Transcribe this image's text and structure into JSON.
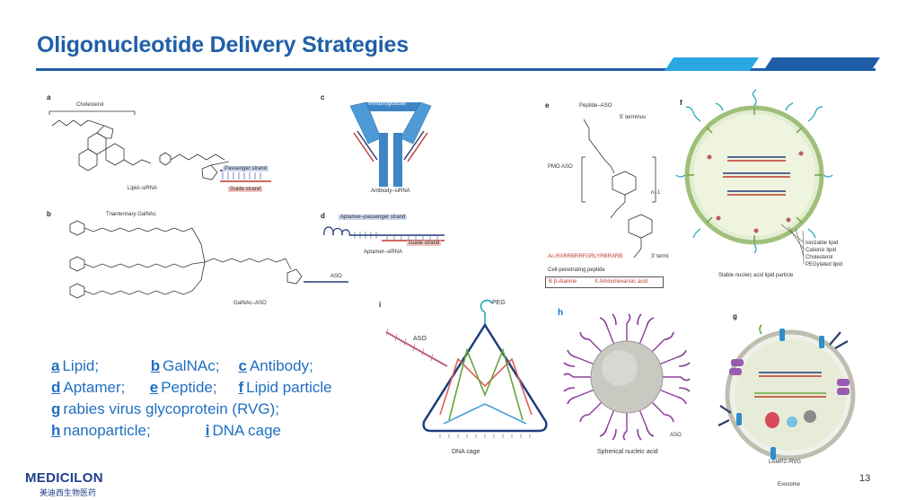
{
  "slide": {
    "title": "Oligonucleotide Delivery Strategies",
    "page_number": "13",
    "colors": {
      "title": "#1f5fa8",
      "accent": "#29a7e1",
      "legend": "#1f6fc1"
    }
  },
  "panels": {
    "a": {
      "letter": "a",
      "cholesterol": "Cholesterol",
      "caption": "Lipid–siRNA",
      "passenger": "Passenger strand",
      "guide": "Guide strand"
    },
    "b": {
      "letter": "b",
      "header": "Triantennary GalNAc",
      "caption": "GalNAc–ASO",
      "aso": "ASO"
    },
    "c": {
      "letter": "c",
      "header": "Immunoglobulin",
      "caption": "Antibody–siRNA"
    },
    "d": {
      "letter": "d",
      "header": "Aptamer–passenger strand",
      "guide": "Guide strand",
      "caption": "Aptamer–siRNA"
    },
    "e": {
      "letter": "e",
      "header": "Peptide–ASO",
      "terminus5": "5′ terminus",
      "terminus3": "3′ termi",
      "pmo": "PMO ASO",
      "peptide_seq": "Ac-RXRRBRRFGRLYRBRXRB",
      "cpp": "Cell-penetrating peptide",
      "key_b": "B  β-Alanine",
      "key_x": "X  Aminohexanoic acid"
    },
    "f": {
      "letter": "f",
      "ionizable": "Ionizable lipid",
      "cationic": "Cationic lipid",
      "cholesterol": "Cholesterol",
      "pegylated": "PEGylated lipid",
      "caption": "Stable nucleic acid lipid particle"
    },
    "g": {
      "letter": "g",
      "lamp": "LAMP2–RVG",
      "caption": "Exosome"
    },
    "h": {
      "letter": "h",
      "aso": "ASO",
      "caption": "Spherical nucleic acid"
    },
    "i": {
      "letter": "i",
      "peg": "PEG",
      "aso": "ASO",
      "caption": "DNA cage"
    }
  },
  "legend": {
    "rows": [
      [
        {
          "key": "a",
          "text": "Lipid;"
        },
        {
          "key": "b",
          "text": "GalNAc;"
        },
        {
          "key": "c",
          "text": "Antibody;"
        }
      ],
      [
        {
          "key": "d",
          "text": "Aptamer;"
        },
        {
          "key": "e",
          "text": "Peptide;"
        },
        {
          "key": "f",
          "text": "Lipid particle"
        }
      ],
      [
        {
          "key": "g",
          "text": "rabies virus glycoprotein (RVG);"
        }
      ],
      [
        {
          "key": "h",
          "text": "nanoparticle;"
        },
        {
          "key": "i",
          "text": "DNA cage"
        }
      ]
    ]
  },
  "footer": {
    "logo": "MEDICILON",
    "sub": "美迪西生物医药"
  }
}
